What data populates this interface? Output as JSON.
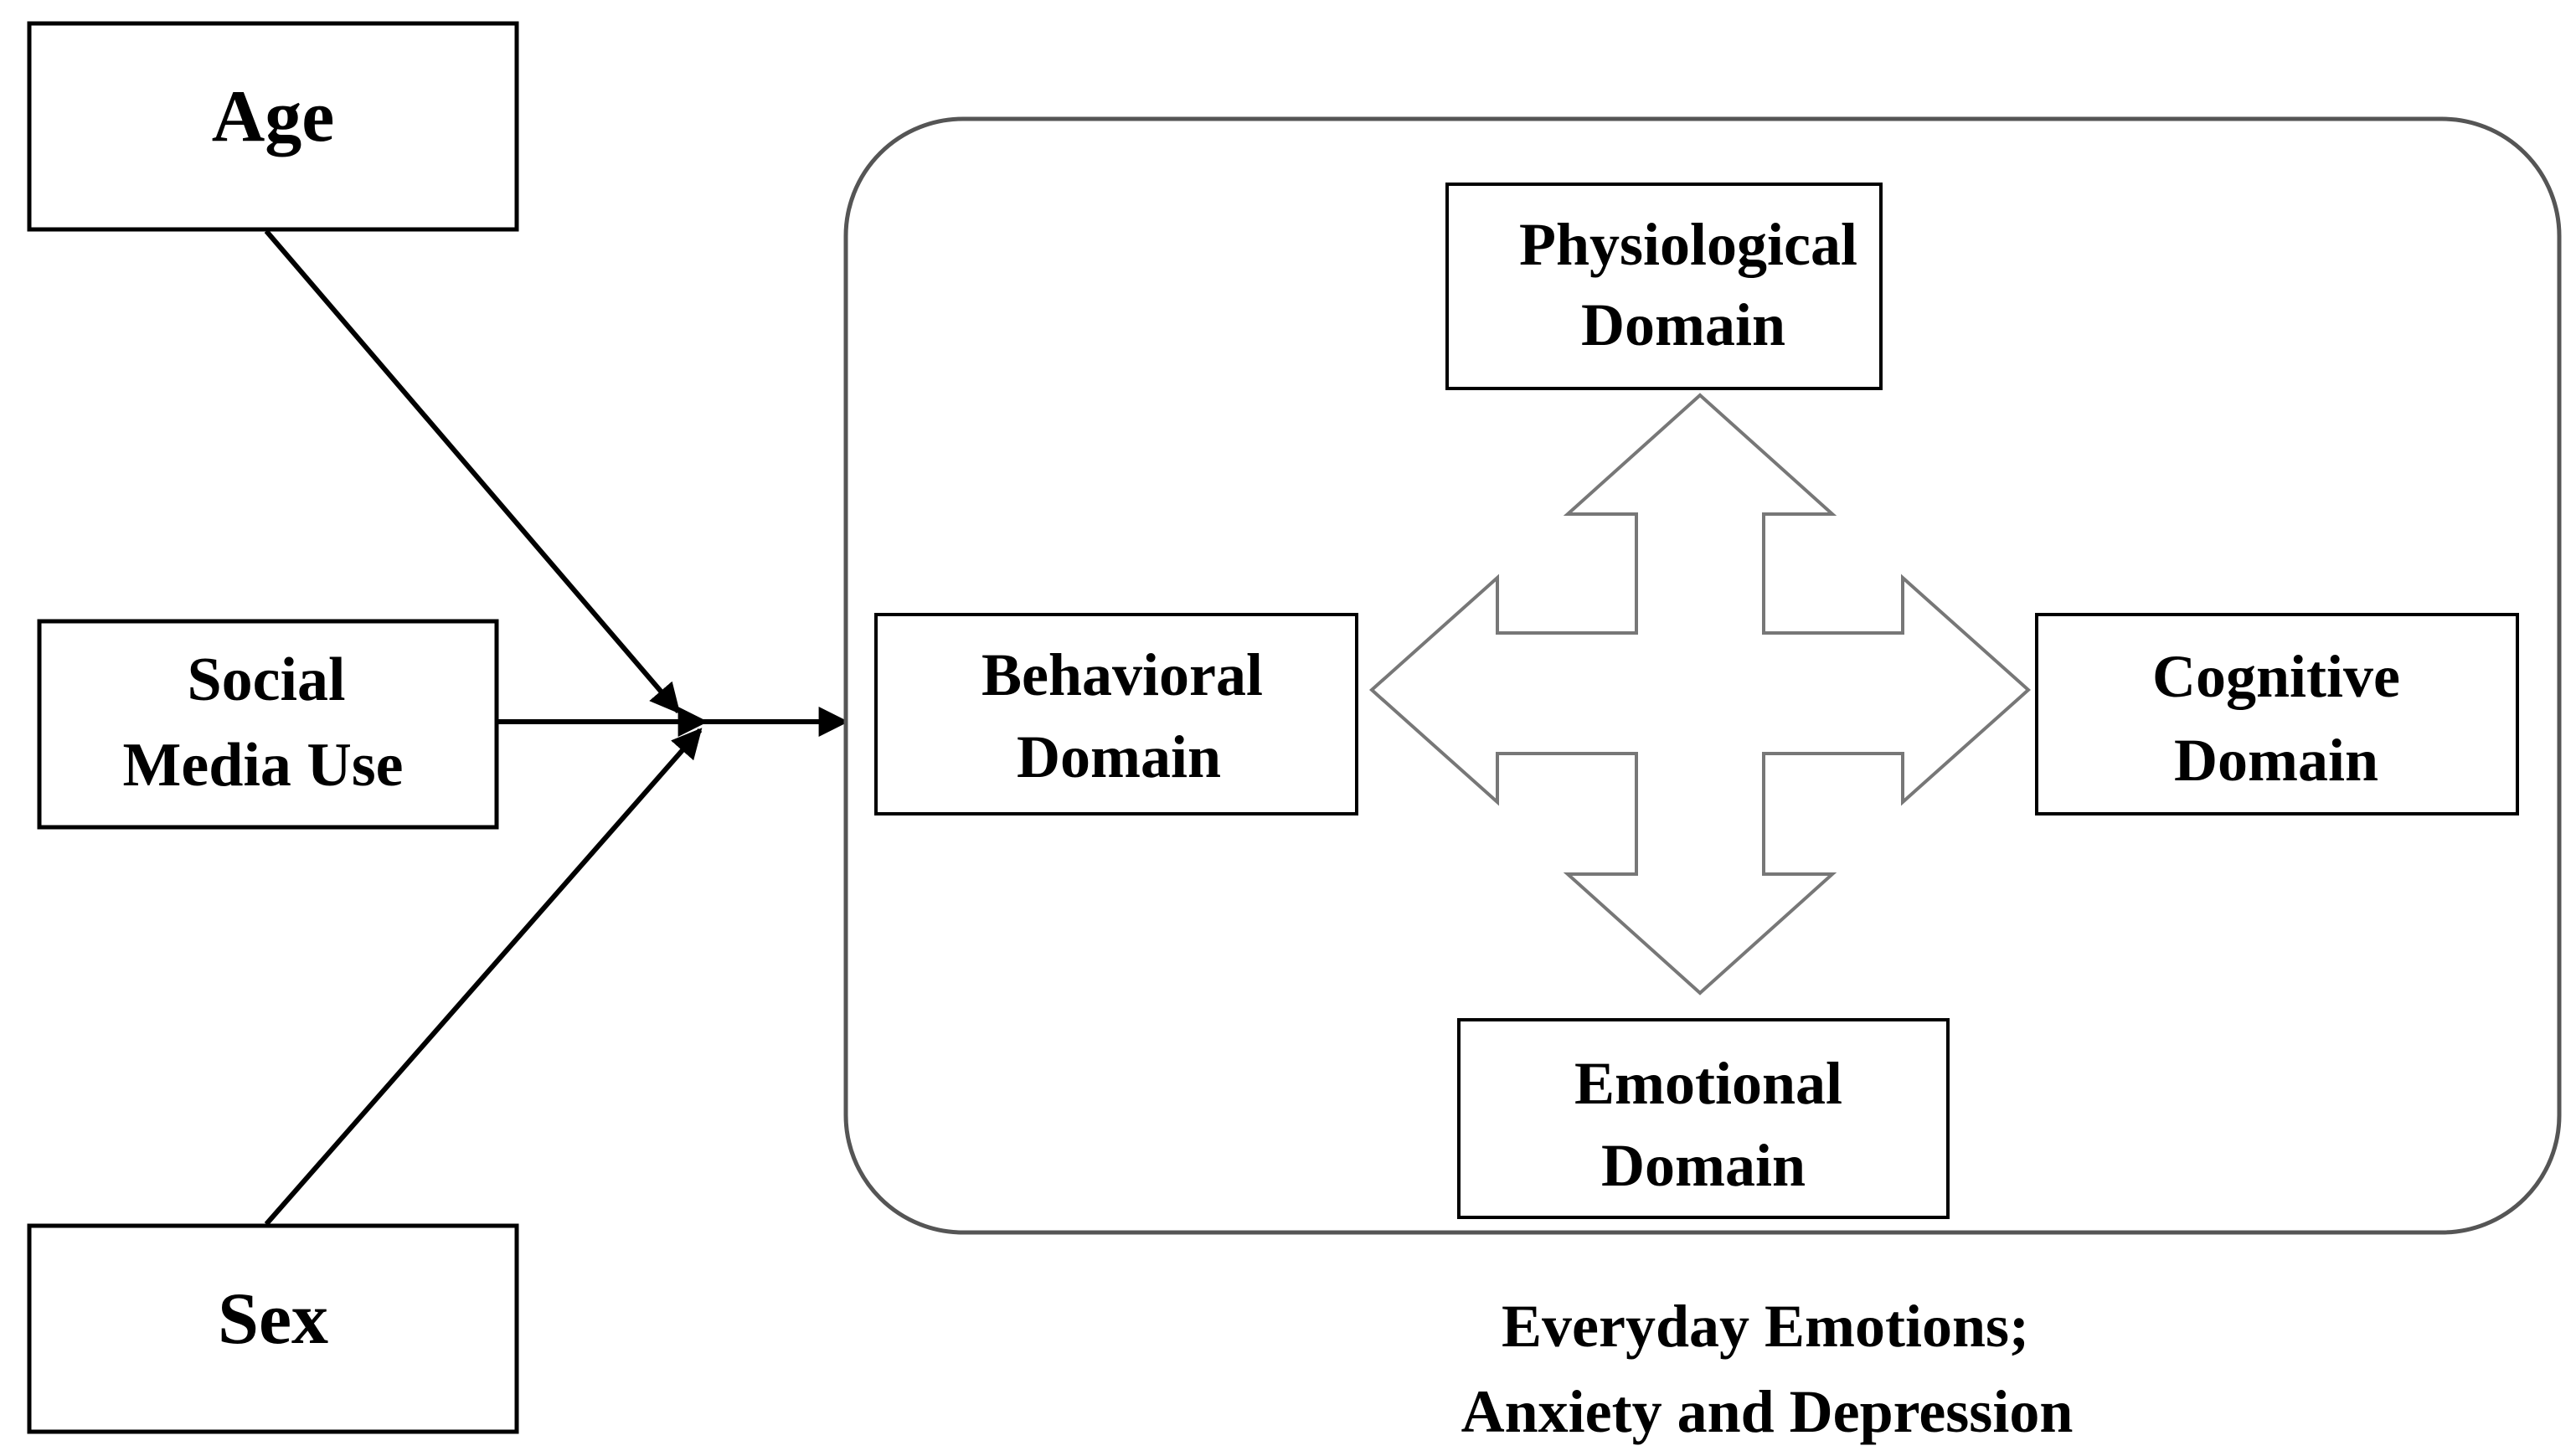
{
  "inputs": {
    "age": "Age",
    "social_media_use": [
      "Social",
      "Media Use"
    ],
    "sex": "Sex"
  },
  "domains": {
    "physiological": [
      "Physiological",
      "Domain"
    ],
    "behavioral": [
      "Behavioral",
      "Domain"
    ],
    "cognitive": [
      "Cognitive",
      "Domain"
    ],
    "emotional": [
      "Emotional",
      "Domain"
    ]
  },
  "outcome_caption": [
    "Everyday Emotions;",
    "Anxiety and Depression"
  ],
  "colors": {
    "stroke": "#000000",
    "container_stroke": "#555555",
    "arrow_outline": "#777777",
    "background": "#ffffff"
  }
}
